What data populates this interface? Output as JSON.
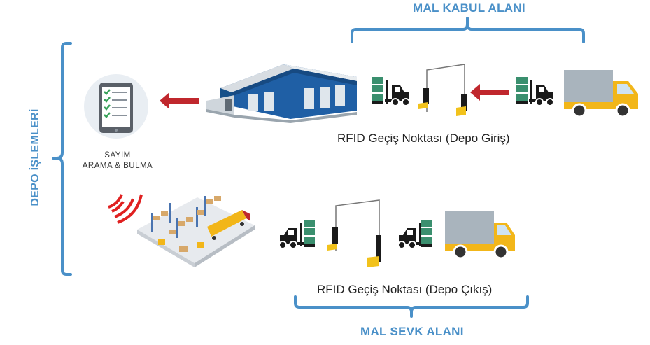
{
  "labels": {
    "receiving_area": "MAL KABUL ALANI",
    "shipping_area": "MAL SEVK ALANI",
    "warehouse_operations": "DEPO İŞLEMLERİ",
    "rfid_entry": "RFID Geçiş Noktası (Depo Giriş)",
    "rfid_exit": "RFID Geçiş Noktası (Depo Çıkış)",
    "count": "SAYIM",
    "search_find": "ARAMA & BULMA"
  },
  "icons": {
    "tablet": "tablet-checklist-icon",
    "warehouse": "warehouse-building-icon",
    "warehouse_interior": "warehouse-interior-icon",
    "forklift": "forklift-icon",
    "rfid_gate": "rfid-gate-icon",
    "truck": "delivery-truck-icon",
    "rfid_signal": "rfid-signal-icon",
    "arrow": "left-arrow-icon"
  },
  "colors": {
    "accent_blue": "#4a90c8",
    "arrow_red": "#c0272d",
    "forklift_black": "#1a1a1a",
    "pallet_green": "#3a8f6e",
    "truck_yellow": "#f2b619",
    "truck_grey": "#a9b4bd",
    "building_blue": "#1f5fa5"
  }
}
